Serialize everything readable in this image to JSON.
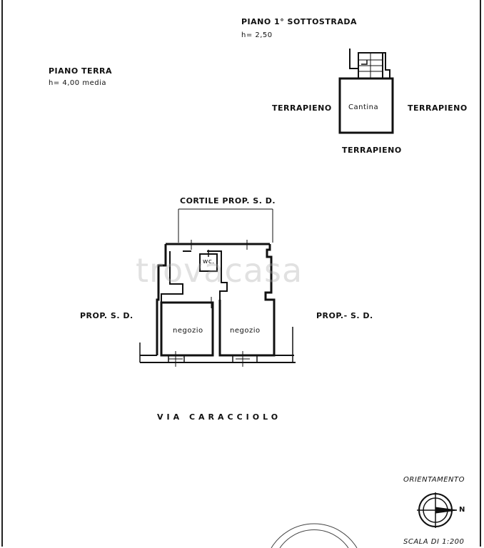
{
  "basement": {
    "title": "PIANO 1° SOTTOSTRADA",
    "height": "h= 2,50",
    "room": "Cantina",
    "terrapieno": "TERRAPIENO"
  },
  "ground": {
    "title": "PIANO TERRA",
    "height": "h= 4,00 media",
    "courtyard": "CORTILE PROP. S. D.",
    "left_neighbor": "PROP. S. D.",
    "right_neighbor": "PROP.- S. D.",
    "shop": "negozio",
    "wc": "wc.",
    "street": "VIA CARACCIOLO"
  },
  "watermark": "trovacasa",
  "legend": {
    "orientation": "ORIENTAMENTO",
    "north": "N",
    "scale": "SCALA DI 1:200"
  },
  "colors": {
    "ink": "#111111",
    "watermark": "#aaaaaa"
  }
}
